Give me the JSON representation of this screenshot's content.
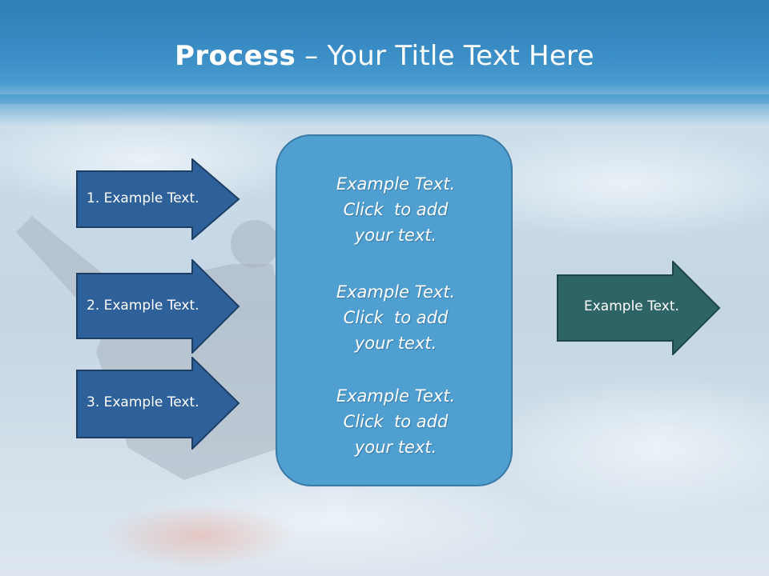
{
  "title": {
    "bold": "Process",
    "separator": " – ",
    "rest": "Your Title Text Here"
  },
  "inputs": [
    {
      "label": "1. Example Text."
    },
    {
      "label": "2. Example Text."
    },
    {
      "label": "3. Example Text."
    }
  ],
  "center": {
    "blocks": [
      {
        "lines": [
          "Example Text.",
          "Click  to add",
          "your text."
        ]
      },
      {
        "lines": [
          "Example Text.",
          "Click  to add",
          "your text."
        ]
      },
      {
        "lines": [
          "Example Text.",
          "Click  to add",
          "your text."
        ]
      }
    ]
  },
  "output": {
    "label": "Example Text."
  },
  "colors": {
    "header": "#3b8fc6",
    "input_arrow": "#2e609a",
    "center_box": "#4f9fd1",
    "output_arrow": "#2f6466"
  }
}
